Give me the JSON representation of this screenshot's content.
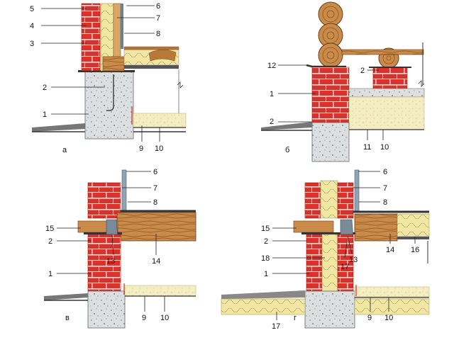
{
  "colors": {
    "brick": "#d8332a",
    "mortar": "#ffffff",
    "concrete": "#d9dcdc",
    "insulation": "#f2eaa0",
    "sand": "#f4edc0",
    "timber": "#c98a4a",
    "ground": "#555555"
  },
  "panels": [
    {
      "id": "a",
      "letter": "а",
      "callouts": [
        "5",
        "4",
        "3",
        "2",
        "1",
        "6",
        "7",
        "8",
        "9",
        "10"
      ]
    },
    {
      "id": "b",
      "letter": "б",
      "callouts": [
        "12",
        "1",
        "2",
        "2",
        "11",
        "10"
      ]
    },
    {
      "id": "v",
      "letter": "в",
      "callouts": [
        "6",
        "7",
        "8",
        "15",
        "2",
        "1",
        "13",
        "14",
        "9",
        "10"
      ]
    },
    {
      "id": "g",
      "letter": "г",
      "callouts": [
        "6",
        "7",
        "8",
        "15",
        "2",
        "18",
        "1",
        "13",
        "14",
        "16",
        "17",
        "17",
        "9",
        "10"
      ]
    }
  ]
}
